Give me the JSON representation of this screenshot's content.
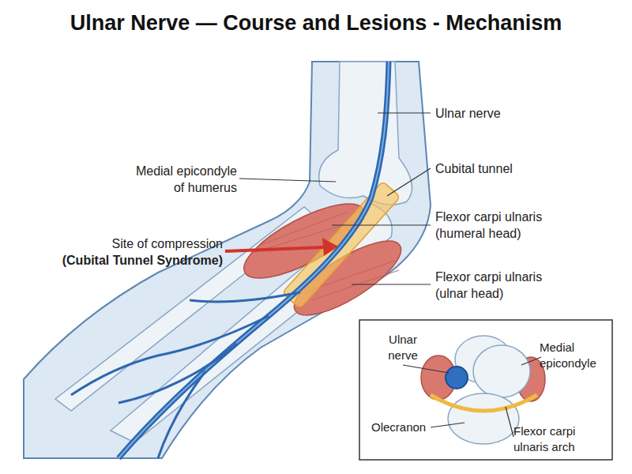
{
  "diagram": {
    "title": "Ulnar Nerve — Course and Lesions - Mechanism",
    "labels": [
      "Ulnar nerve",
      "Medial epicondyle of humerus",
      "Cubital tunnel",
      "Flexor carpi ulnaris (humeral head)",
      "Site of compression",
      "(Cubital Tunnel Syndrome)",
      "Flexor carpi ulnaris (ulnar head)",
      "Ulnar nerve",
      "Medial epicondyle",
      "Olecranon",
      "Flexor carpi ulnaris arch"
    ]
  }
}
